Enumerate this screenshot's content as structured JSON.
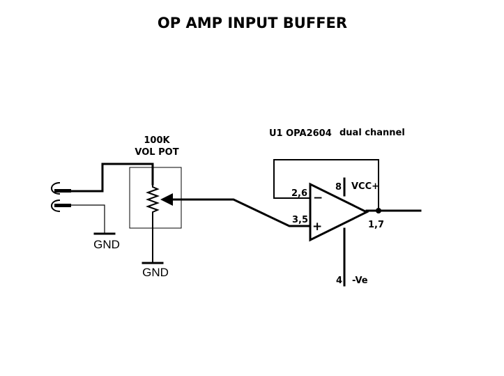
{
  "title": "OP AMP INPUT BUFFER",
  "potentiometer": {
    "value": "100K",
    "name": "VOL POT"
  },
  "opamp": {
    "ref": "U1 OPA2604",
    "description": "dual channel",
    "inverting_pins": "2,6",
    "noninverting_pins": "3,5",
    "output_pins": "1,7",
    "vcc_pin": "8",
    "vcc_label": "VCC+",
    "vee_pin": "4",
    "vee_label": "-Ve",
    "minus_sign": "−",
    "plus_sign": "+"
  },
  "grounds": {
    "jack_ground": "GND",
    "pot_ground": "GND"
  }
}
